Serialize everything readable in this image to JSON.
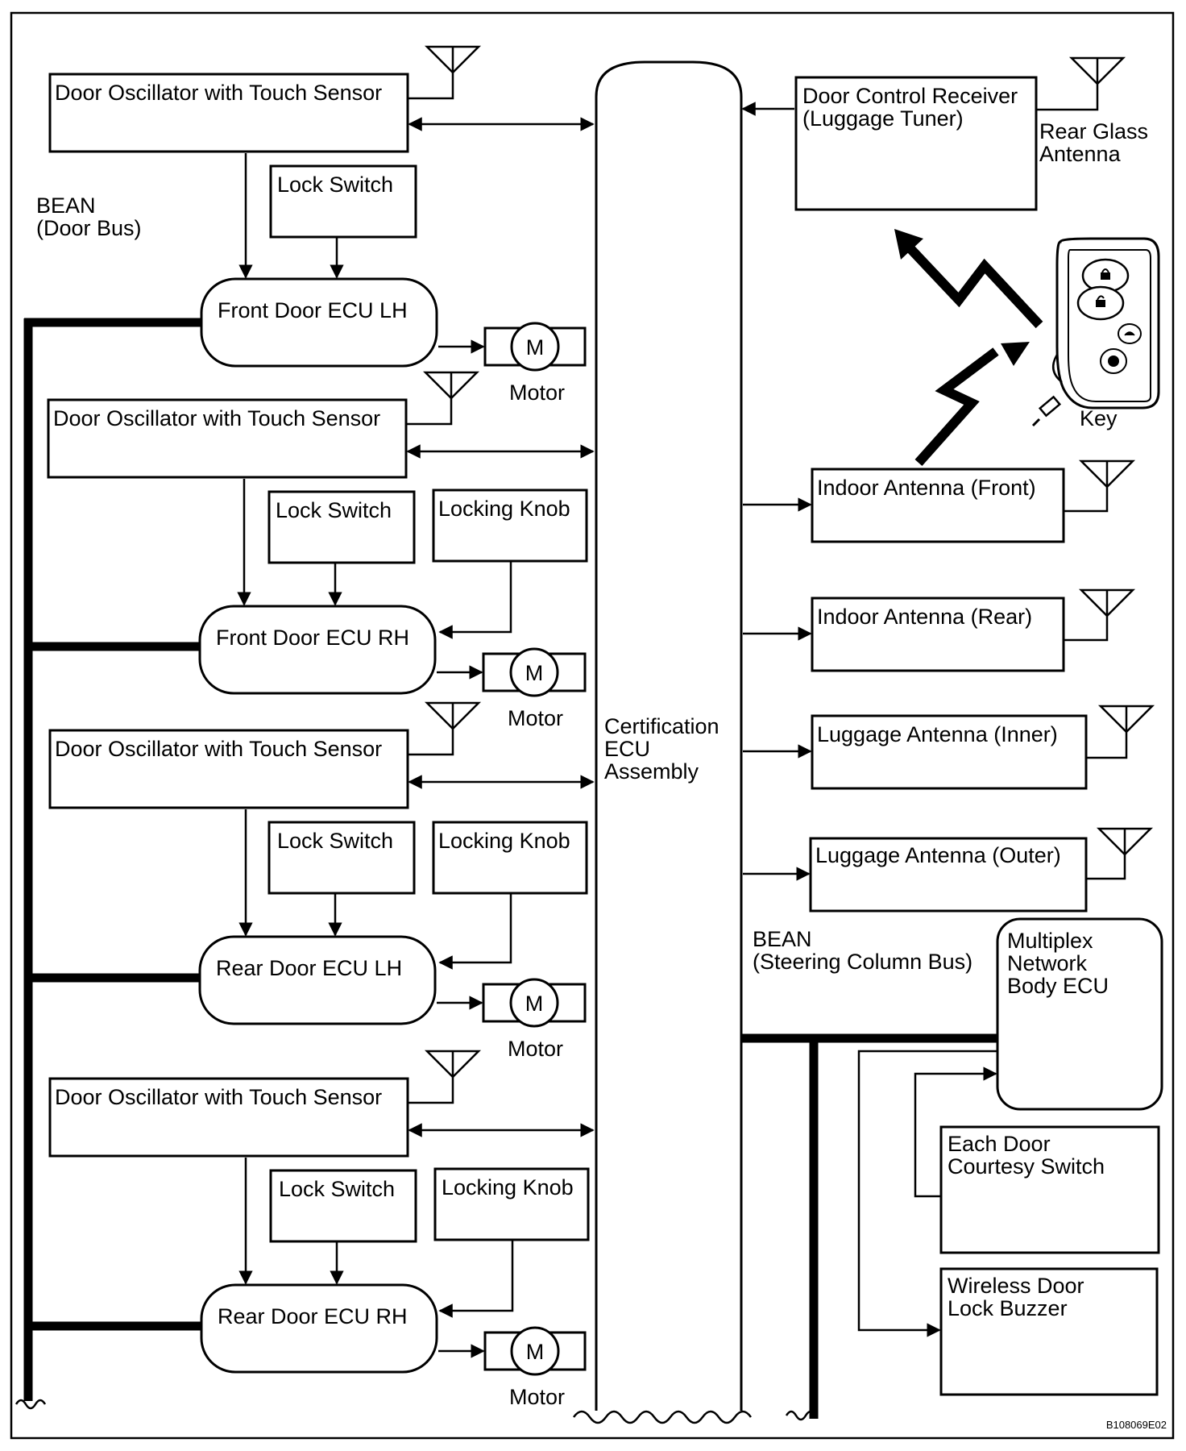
{
  "labels": {
    "door_oscillator": "Door Oscillator with Touch Sensor",
    "lock_switch": "Lock Switch",
    "locking_knob": "Locking Knob",
    "motor": "Motor",
    "motor_symbol": "M",
    "bean_door_1": "BEAN",
    "bean_door_2": "(Door Bus)",
    "ecu_front_lh": "Front Door ECU LH",
    "ecu_front_rh": "Front Door ECU RH",
    "ecu_rear_lh": "Rear Door ECU LH",
    "ecu_rear_rh": "Rear Door ECU RH",
    "cert_1": "Certification",
    "cert_2": "ECU",
    "cert_3": "Assembly",
    "receiver_1": "Door Control Receiver",
    "receiver_2": "(Luggage Tuner)",
    "rear_glass_1": "Rear Glass",
    "rear_glass_2": "Antenna",
    "key": "Key",
    "indoor_front": "Indoor Antenna (Front)",
    "indoor_rear": "Indoor Antenna (Rear)",
    "luggage_inner": "Luggage Antenna (Inner)",
    "luggage_outer": "Luggage Antenna (Outer)",
    "bean_steer_1": "BEAN",
    "bean_steer_2": "(Steering Column Bus)",
    "mpx_1": "Multiplex",
    "mpx_2": "Network",
    "mpx_3": "Body ECU",
    "courtesy_1": "Each Door",
    "courtesy_2": "Courtesy Switch",
    "buzzer_1": "Wireless Door",
    "buzzer_2": "Lock Buzzer",
    "code": "B108069E02"
  }
}
